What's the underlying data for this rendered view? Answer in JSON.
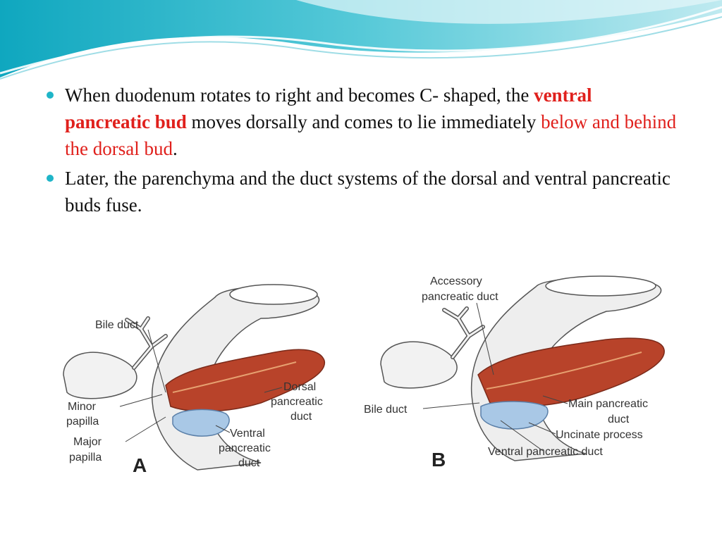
{
  "slide": {
    "colors": {
      "accent": "#1fb5c8",
      "highlight": "#e0201c",
      "pancreas": "#b8432a",
      "ventral_bud": "#a9c8e6"
    },
    "bullets": [
      {
        "part1": "When  duodenum rotates to right and becomes C- shaped, the ",
        "highlight1": "ventral pancreatic bud",
        "part2": " moves dorsally and comes to lie immediately ",
        "highlight2": "below and behind the dorsal bud",
        "part3": "."
      },
      {
        "text": "Later, the parenchyma and the duct systems of the dorsal and ventral pancreatic buds fuse."
      }
    ]
  },
  "figure": {
    "panel_a": {
      "letter": "A",
      "labels": {
        "bile_duct": "Bile duct",
        "dorsal_1": "Dorsal",
        "dorsal_2": "pancreatic",
        "dorsal_3": "duct",
        "minor_1": "Minor",
        "minor_2": "papilla",
        "major_1": "Major",
        "major_2": "papilla",
        "ventral_1": "Ventral",
        "ventral_2": "pancreatic",
        "ventral_3": "duct"
      }
    },
    "panel_b": {
      "letter": "B",
      "labels": {
        "accessory_1": "Accessory",
        "accessory_2": "pancreatic duct",
        "bile_duct": "Bile duct",
        "main_1": "Main pancreatic",
        "main_2": "duct",
        "uncinate": "Uncinate process",
        "ventral_duct": "Ventral pancreatic duct"
      }
    }
  }
}
